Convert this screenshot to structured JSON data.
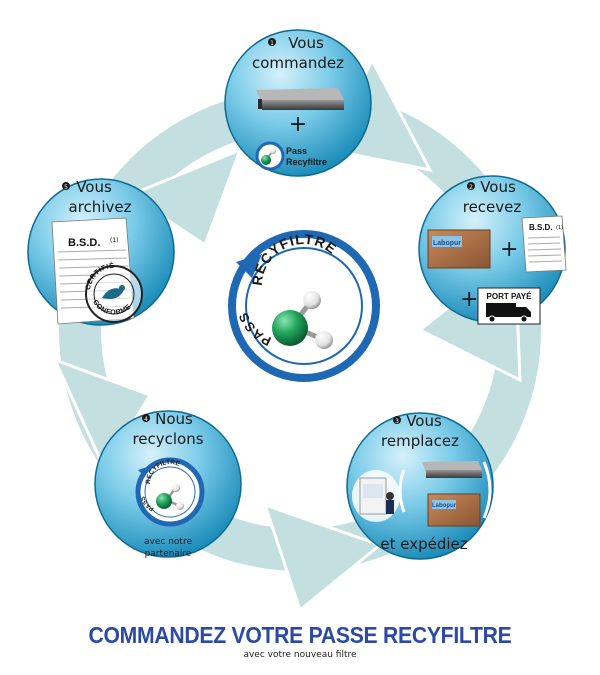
{
  "steps": {
    "commandez": {
      "number": "1",
      "line1": "Vous",
      "line2": "commandez",
      "plus": "+",
      "pass_line1": "Pass",
      "pass_line2": "Recyfiltre"
    },
    "recevez": {
      "number": "2",
      "line1": "Vous",
      "line2": "recevez",
      "plus1": "+",
      "plus2": "+",
      "box_brand": "Labopur",
      "bsd": "B.S.D.",
      "bsd_sup": "(1)",
      "port": "PORT PAYÉ"
    },
    "remplacez": {
      "number": "3",
      "line1": "Vous",
      "line2": "remplacez",
      "line3": "et expédiez",
      "box_brand": "Labopur"
    },
    "recyclons": {
      "number": "4",
      "line1": "Nous",
      "line2": "recyclons",
      "note1": "avec notre",
      "note2": "partenaire",
      "badge_top": "RECYFILTRE",
      "badge_side": "PASS"
    },
    "archivez": {
      "number": "5",
      "line1": "Vous",
      "line2": "archivez",
      "bsd": "B.S.D.",
      "bsd_sup": "(1)",
      "stamp_top": "CERTIFIÉ",
      "stamp_bottom": "CONFORME"
    }
  },
  "center_badge": {
    "top_text": "RECYFILTRE",
    "side_text": "PASS"
  },
  "footer": {
    "title": "COMMANDEZ VOTRE PASSE RECYFILTRE",
    "subtitle": "avec votre nouveau filtre"
  },
  "colors": {
    "ring": "#c4dfdf",
    "bubble_light": "#9fdaf0",
    "bubble_dark": "#1592c0",
    "badge_blue": "#1f68b3",
    "molecule_green": "#1e9a55",
    "footer_blue": "#2c4aa5"
  }
}
